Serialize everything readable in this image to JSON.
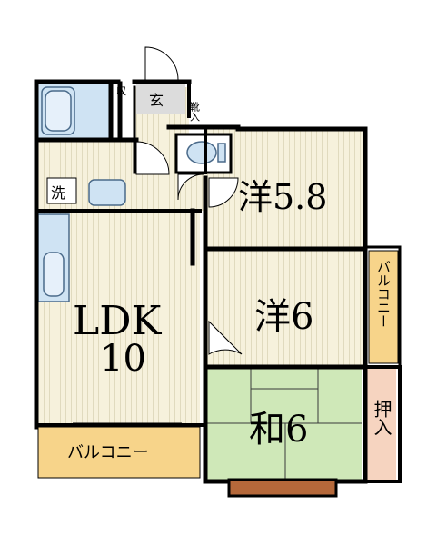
{
  "rooms": {
    "western_1": "洋5.8",
    "western_2": "洋6",
    "ldk_name": "LDK",
    "ldk_size": "10",
    "japanese": "和6",
    "entrance": "玄",
    "storage": "収",
    "shoe_box": "靴入",
    "washer": "洗",
    "closet": "押入",
    "balcony_bottom": "バルコニー",
    "balcony_right": "バルコニー"
  },
  "colors": {
    "floor": "#f6f1dc",
    "floor_lines": "#c9c3a0",
    "tatami": "#cfe8b8",
    "balcony": "#f7d48a",
    "closet": "#f6d4c0",
    "fixture": "#cfe3f3",
    "wall": "#000000",
    "sill": "#b5683a"
  }
}
